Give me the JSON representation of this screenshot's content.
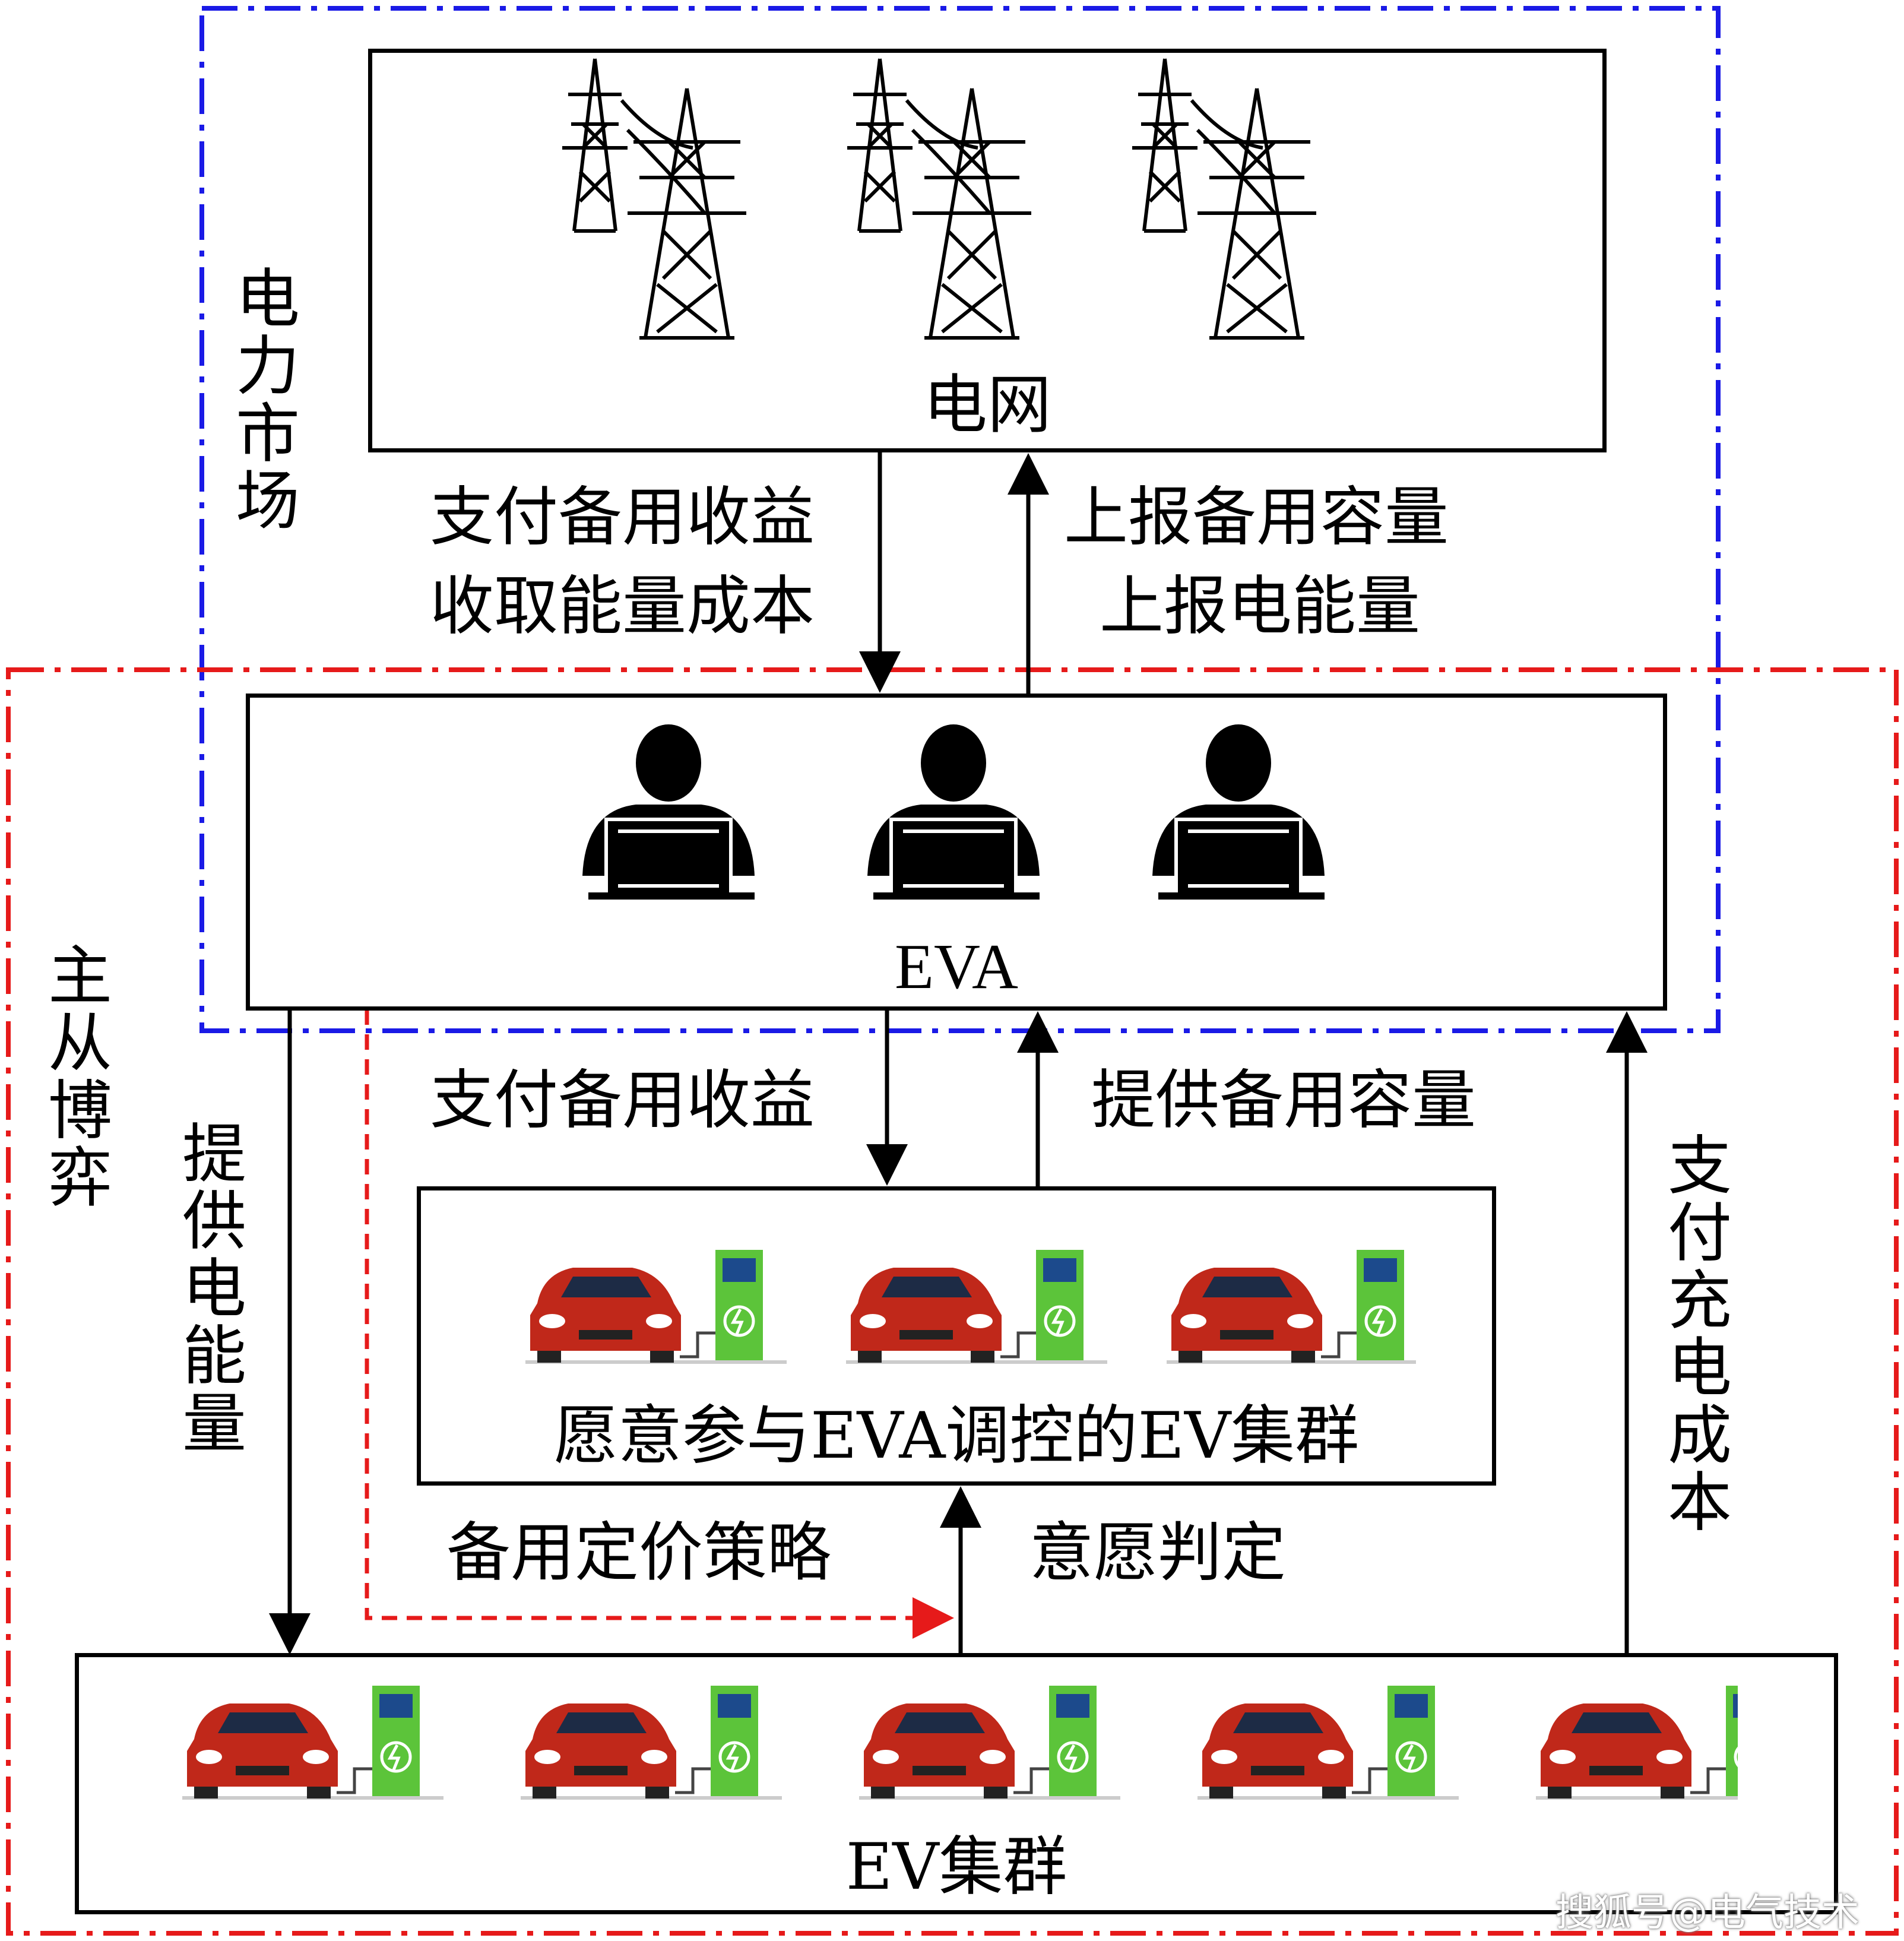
{
  "regions": {
    "market_label": "电力市场",
    "game_label": "主从博弈"
  },
  "nodes": {
    "grid": "电网",
    "eva": "EVA",
    "willing_cluster": "愿意参与EVA调控的EV集群",
    "ev_cluster": "EV集群"
  },
  "edges": {
    "grid_to_eva_line1": "支付备用收益",
    "grid_to_eva_line2": "收取能量成本",
    "eva_to_grid_line1": "上报备用容量",
    "eva_to_grid_line2": "上报电能量",
    "eva_to_willing": "支付备用收益",
    "willing_to_eva": "提供备用容量",
    "eva_to_ev": "提供电能量",
    "ev_to_eva": "支付充电成本",
    "pricing_strategy": "备用定价策略",
    "willingness_check": "意愿判定"
  },
  "colors": {
    "market_border": "#1a1ae6",
    "game_border": "#e61a1a",
    "car_body": "#c0281a",
    "charger": "#5cc43a"
  },
  "icons": {
    "grid": "transmission-tower-icon",
    "eva": "operator-at-laptop-icon",
    "cluster": "ev-charging-icon"
  },
  "watermark": "搜狐号@电气技术"
}
